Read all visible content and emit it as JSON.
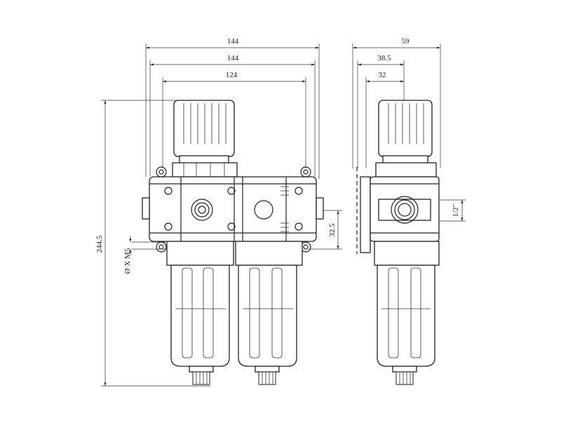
{
  "dimensions": {
    "overall_width_top": "144",
    "overall_width_second": "144",
    "regulator_knob_span": "124",
    "side_depth": "59",
    "side_depth_inner": "38.5",
    "side_depth_knob": "32",
    "total_height": "244.5",
    "port_height": "32.5",
    "thread_size": "1/2\"",
    "mounting_holes": "Ø X M5"
  }
}
